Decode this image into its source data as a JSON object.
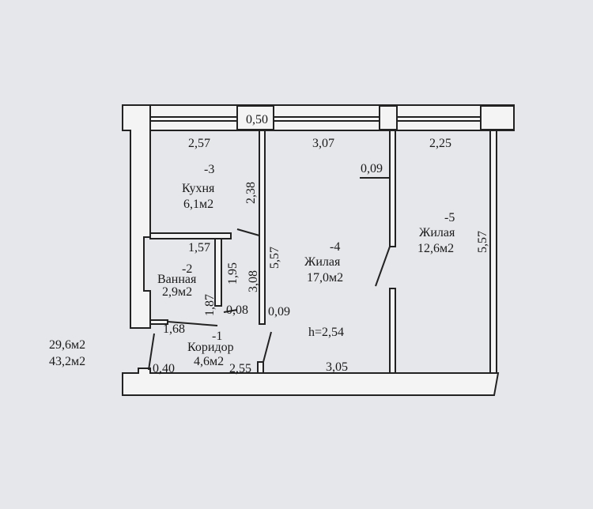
{
  "plan": {
    "rooms": [
      {
        "number": "-1",
        "name": "Коридор",
        "area": "4,6м2"
      },
      {
        "number": "-2",
        "name": "Ванная",
        "area": "2,9м2"
      },
      {
        "number": "-3",
        "name": "Кухня",
        "area": "6,1м2"
      },
      {
        "number": "-4",
        "name": "Жилая",
        "area": "17,0м2"
      },
      {
        "number": "-5",
        "name": "Жилая",
        "area": "12,6м2"
      }
    ],
    "dimensions": {
      "window_1": "0,50",
      "top_kitchen": "2,57",
      "top_living4": "3,07",
      "top_living5": "2,25",
      "kitchen_height": "2,38",
      "living4_depth": "5,57",
      "living5_depth": "5,57",
      "door_gap": "0,09",
      "kitchen_bottom": "1,57",
      "bath_right": "1,95",
      "bath_left": "1,87",
      "corridor_side": "3,08",
      "bath_wall": "0,08",
      "partition": "0,09",
      "corridor_top": "1,68",
      "entry": "0,40",
      "bottom_corridor": "2,55",
      "bottom_living": "3,05"
    },
    "ceiling_height": "h=2,54",
    "living_area": "29,6м2",
    "total_area": "43,2м2"
  }
}
